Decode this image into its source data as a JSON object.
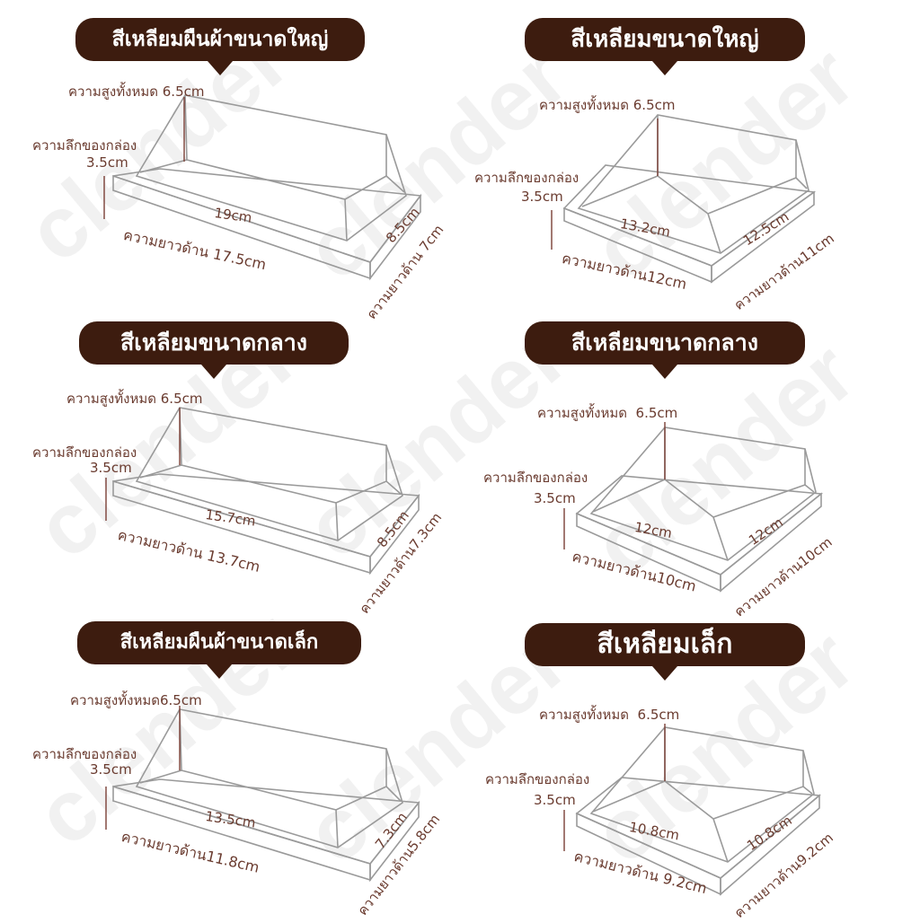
{
  "watermark": "clender",
  "panels": [
    {
      "title": "สีเหลียมผืนผ้าขนาดใหญ่",
      "total_height_label": "ความสูงทั้งหมด",
      "total_height": "6.5cm",
      "depth_label": "ความลึกของกล่อง",
      "depth": "3.5cm",
      "top_length": "19cm",
      "top_width": "8.5cm",
      "bottom_length_label": "ความยาวด้าน 17.5cm",
      "bottom_width_label": "ความยาวด้าน 7cm"
    },
    {
      "title": "สีเหลียมขนาดใหญ่",
      "total_height_label": "ความสูงทั้งหมด",
      "total_height": "6.5cm",
      "depth_label": "ความลึกของกล่อง",
      "depth": "3.5cm",
      "top_length": "13.2cm",
      "top_width": "12.5cm",
      "bottom_length_label": "ความยาวด้าน12cm",
      "bottom_width_label": "ความยาวด้าน11cm"
    },
    {
      "title": "สีเหลียมขนาดกลาง",
      "total_height_label": "ความสูงทั้งหมด",
      "total_height": "6.5cm",
      "depth_label": "ความลึกของกล่อง",
      "depth": "3.5cm",
      "top_length": "15.7cm",
      "top_width": "8.5cm",
      "bottom_length_label": "ความยาวด้าน 13.7cm",
      "bottom_width_label": "ความยาวด้าน7.3cm"
    },
    {
      "title": "สีเหลียมขนาดกลาง",
      "total_height_label": "ความสูงทั้งหมด",
      "total_height": "6.5cm",
      "depth_label": "ความลึกของกล่อง",
      "depth": "3.5cm",
      "top_length": "12cm",
      "top_width": "12cm",
      "bottom_length_label": "ความยาวด้าน10cm",
      "bottom_width_label": "ความยาวด้าน10cm"
    },
    {
      "title": "สีเหลียมผืนผ้าขนาดเล็ก",
      "total_height_label": "ความสูงทั้งหมด",
      "total_height": "6.5cm",
      "depth_label": "ความลึกของกล่อง",
      "depth": "3.5cm",
      "top_length": "13.5cm",
      "top_width": "7.3cm",
      "bottom_length_label": "ความยาวด้าน11.8cm",
      "bottom_width_label": "ความยาวด้าน5.8cm"
    },
    {
      "title": "สีเหลียมเล็ก",
      "total_height_label": "ความสูงทั้งหมด",
      "total_height": "6.5cm",
      "depth_label": "ความลึกของกล่อง",
      "depth": "3.5cm",
      "top_length": "10.8cm",
      "top_width": "10.8cm",
      "bottom_length_label": "ความยาวด้าน 9.2cm",
      "bottom_width_label": "ความยาวด้าน9.2cm"
    }
  ],
  "colors": {
    "title_bg": "#3d1c0f",
    "label": "#6a3b2f",
    "box_outline": "#9a9a9a",
    "dimension_line": "#7a3f35"
  }
}
